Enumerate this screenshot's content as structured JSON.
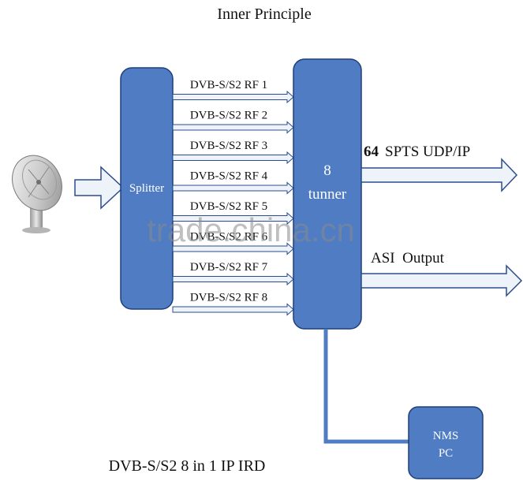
{
  "title": "Inner Principle",
  "caption": "DVB-S/S2 8 in 1 IP IRD",
  "splitter": {
    "label": "Splitter"
  },
  "tuner": {
    "line1": "8",
    "line2": "tunner"
  },
  "rf_channels": [
    "DVB-S/S2 RF 1",
    "DVB-S/S2 RF 2",
    "DVB-S/S2 RF 3",
    "DVB-S/S2 RF 4",
    "DVB-S/S2 RF 5",
    "DVB-S/S2 RF 6",
    "DVB-S/S2 RF 7",
    "DVB-S/S2 RF 8"
  ],
  "outputs": {
    "ip": {
      "count": "64",
      "label": "SPTS UDP/IP"
    },
    "asi": {
      "label": "ASI  Output"
    }
  },
  "nms": {
    "line1": "NMS",
    "line2": "PC"
  },
  "watermark": "trade.china.cn",
  "colors": {
    "block_fill": "#4f7cc3",
    "block_stroke": "#1f3f7a",
    "arrow_fill": "#eef3fa",
    "arrow_stroke": "#2b4d8f"
  },
  "icons": {
    "antenna": "satellite-dish-icon"
  }
}
